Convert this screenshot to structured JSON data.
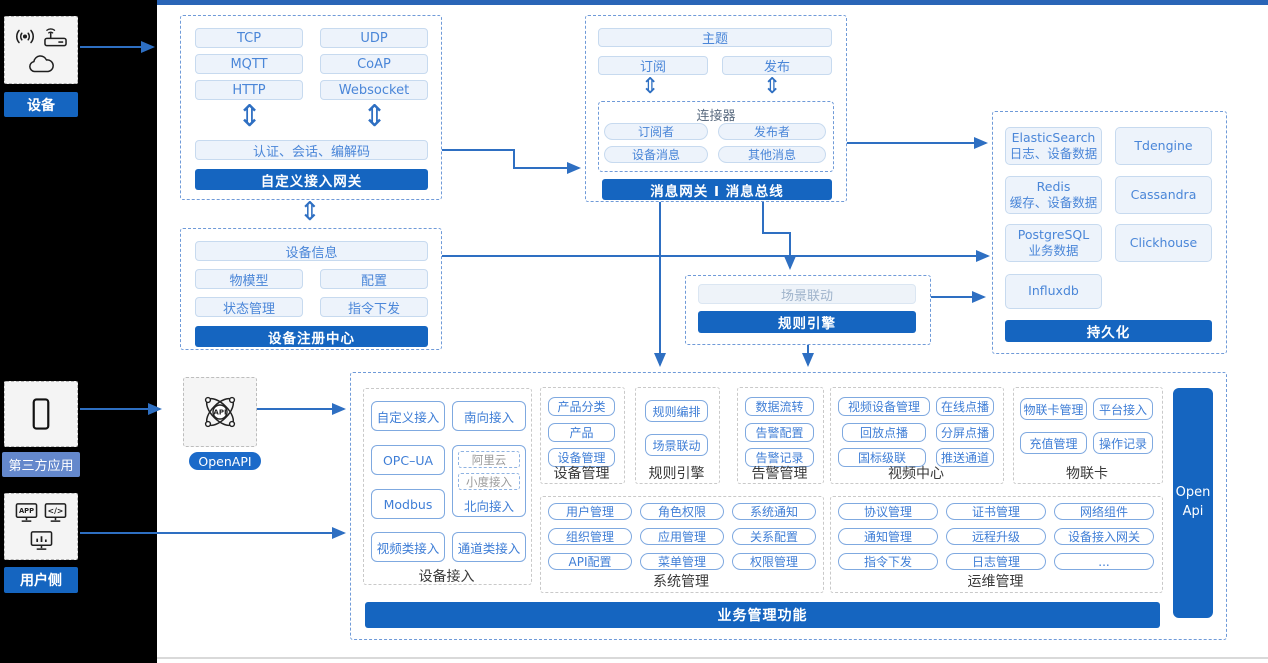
{
  "colors": {
    "accent_bar": "#1565c0",
    "wire_line": "#2e6fc2",
    "light_chip_bg": "#edf3fb",
    "chip_text": "#4a86d8",
    "third_party_label_bg": "#6488cc",
    "bottom_item_border": "#7fa9e0"
  },
  "rail": {
    "device": {
      "label": "设备",
      "icons": [
        "signal-icon",
        "router-icon",
        "cloud-icon"
      ]
    },
    "third_party": {
      "label": "第三方应用",
      "icons": [
        "phone-icon"
      ]
    },
    "user_side": {
      "label": "用户侧",
      "icons": [
        "app-icon",
        "code-icon",
        "chart-icon"
      ]
    }
  },
  "gateway": {
    "bar": "自定义接入网关",
    "protocols": [
      "TCP",
      "UDP",
      "MQTT",
      "CoAP",
      "HTTP",
      "Websocket"
    ],
    "auth": "认证、会话、编解码"
  },
  "registry": {
    "bar": "设备注册中心",
    "info": "设备信息",
    "items": [
      "物模型",
      "配置",
      "状态管理",
      "指令下发"
    ]
  },
  "bus": {
    "bar": "消息网关 I 消息总线",
    "topic": "主题",
    "subscribe": "订阅",
    "publish": "发布",
    "connector": {
      "title": "连接器",
      "items": [
        "订阅者",
        "发布者",
        "设备消息",
        "其他消息"
      ]
    }
  },
  "persistence": {
    "bar": "持久化",
    "cells": [
      {
        "t": "ElasticSearch",
        "d": "日志、设备数据"
      },
      {
        "t": "Tdengine",
        "d": ""
      },
      {
        "t": "Redis",
        "d": "缓存、设备数据"
      },
      {
        "t": "Cassandra",
        "d": ""
      },
      {
        "t": "PostgreSQL",
        "d": "业务数据"
      },
      {
        "t": "Clickhouse",
        "d": ""
      },
      {
        "t": "Influxdb",
        "d": ""
      }
    ]
  },
  "rule": {
    "bar": "规则引擎",
    "item": "场景联动"
  },
  "openapi": {
    "label": "OpenAPI"
  },
  "biz": {
    "bar": "业务管理功能",
    "open_api": "Open Api",
    "device_access": {
      "title": "设备接入",
      "items": [
        "自定义接入",
        "南向接入",
        "OPC–UA",
        "Modbus",
        "视频类接入",
        "通道类接入"
      ],
      "north": {
        "label": "北向接入",
        "subs": [
          "阿里云",
          "小度接入"
        ]
      }
    },
    "device_mgmt": {
      "title": "设备管理",
      "items": [
        "产品分类",
        "产品",
        "设备管理"
      ]
    },
    "rule2": {
      "title": "规则引擎",
      "items": [
        "规则编排",
        "场景联动"
      ]
    },
    "alarm": {
      "title": "告警管理",
      "items": [
        "数据流转",
        "告警配置",
        "告警记录"
      ]
    },
    "video": {
      "title": "视频中心",
      "items": [
        "视频设备管理",
        "在线点播",
        "回放点播",
        "分屏点播",
        "国标级联",
        "推送通道"
      ]
    },
    "iot_card": {
      "title": "物联卡",
      "items": [
        "物联卡管理",
        "平台接入",
        "充值管理",
        "操作记录"
      ]
    },
    "system": {
      "title": "系统管理",
      "items": [
        "用户管理",
        "角色权限",
        "系统通知",
        "组织管理",
        "应用管理",
        "关系配置",
        "API配置",
        "菜单管理",
        "权限管理"
      ]
    },
    "ops": {
      "title": "运维管理",
      "items": [
        "协议管理",
        "证书管理",
        "网络组件",
        "通知管理",
        "远程升级",
        "设备接入网关",
        "指令下发",
        "日志管理",
        "..."
      ]
    }
  }
}
